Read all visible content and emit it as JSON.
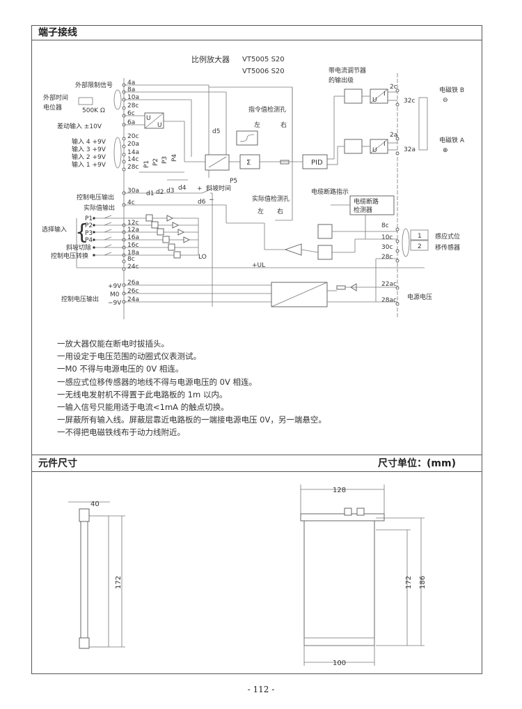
{
  "sections": {
    "terminal_wiring": "端子接线",
    "component_size": "元件尺寸",
    "size_unit": "尺寸单位：(mm)"
  },
  "diagram": {
    "title": "比例放大器",
    "model1": "VT5005 S20",
    "model2": "VT5006 S20",
    "left_pins": [
      "4a",
      "8a",
      "10a",
      "28c",
      "6c",
      "6a",
      "20c",
      "20a",
      "14a",
      "14c",
      "28c",
      "30a",
      "4c",
      "12c",
      "12a",
      "16a",
      "16c",
      "18a",
      "8c",
      "24c",
      "26a",
      "26c",
      "24a"
    ],
    "left_labels": {
      "ext_limit": "外部限制信号",
      "ext_time1": "外部时间",
      "ext_time2": "电位器",
      "pot": "500K Ω",
      "diff_input": "差动输入  ±10V",
      "inputs": [
        "输入 4  +9V",
        "输入 3  +9V",
        "输入 2  +9V",
        "输入 1  +9V"
      ],
      "ctrl_out": "控制电压输出",
      "actual_out": "实际值输出",
      "select_input": "选择输入",
      "select": [
        "P1",
        "P2",
        "P3",
        "P4"
      ],
      "ramp_cut": "斜坡切除",
      "ctrl_switch": "控制电压转换",
      "ctrl_out2": "控制电压输出",
      "p9v": "+9V",
      "m0": "M0",
      "m9v": "−9V"
    },
    "middle": {
      "pots": [
        "P1",
        "P2",
        "P3",
        "P4"
      ],
      "p5": "P5",
      "d": [
        "d1",
        "d2",
        "d3",
        "d4",
        "d5",
        "d6"
      ],
      "ramp_time": "斜坡时间",
      "plus": "+",
      "minus": "−",
      "cmd_test": "指令值检测孔",
      "left": "左",
      "right": "右",
      "pid": "PID",
      "uu1": "U",
      "uu2": "U",
      "ui": "U",
      "ui_i": "I",
      "act_test": "实际值检测孔",
      "cable_ind": "电缆断路指示",
      "cable_det1": "电缆断路",
      "cable_det2": "检测器",
      "ul": "+UL",
      "lo": "LO",
      "sum": "Σ"
    },
    "right": {
      "out_stage1": "带电流调节器",
      "out_stage2": "的输出级",
      "pins": [
        "2c",
        "32c",
        "2a",
        "32a",
        "8c",
        "10c",
        "30c",
        "28c",
        "22ac",
        "28ac"
      ],
      "magnet_b": "电磁铁 B",
      "magnet_a": "电磁铁 A",
      "sensor1": "感应式位",
      "sensor2": "移传感器",
      "s1": "1",
      "s2": "2",
      "power": "电源电压",
      "neg": "⊖",
      "pos": "⊕"
    }
  },
  "notes": [
    "一放大器仅能在断电时拔插头。",
    "一用设定于电压范围的动圈式仪表测试。",
    "一M0 不得与电源电压的 0V 相连。",
    "一感应式位移传感器的地线不得与电源电压的 0V 相连。",
    "一无线电发射机不得置于此电路板的 1m 以内。",
    "一输入信号只能用适于电流<1mA 的触点切换。",
    "一屏蔽所有输入线。屏蔽层靠近电路板的一端接电源电压 0V，另一端悬空。",
    "一不得把电磁铁线布于动力线附近。"
  ],
  "dimensions": {
    "side_width": "40",
    "side_height": "172",
    "front_width_top": "128",
    "front_height1": "172",
    "front_height2": "186",
    "front_width_bottom": "100"
  },
  "page_number": "- 112 -"
}
